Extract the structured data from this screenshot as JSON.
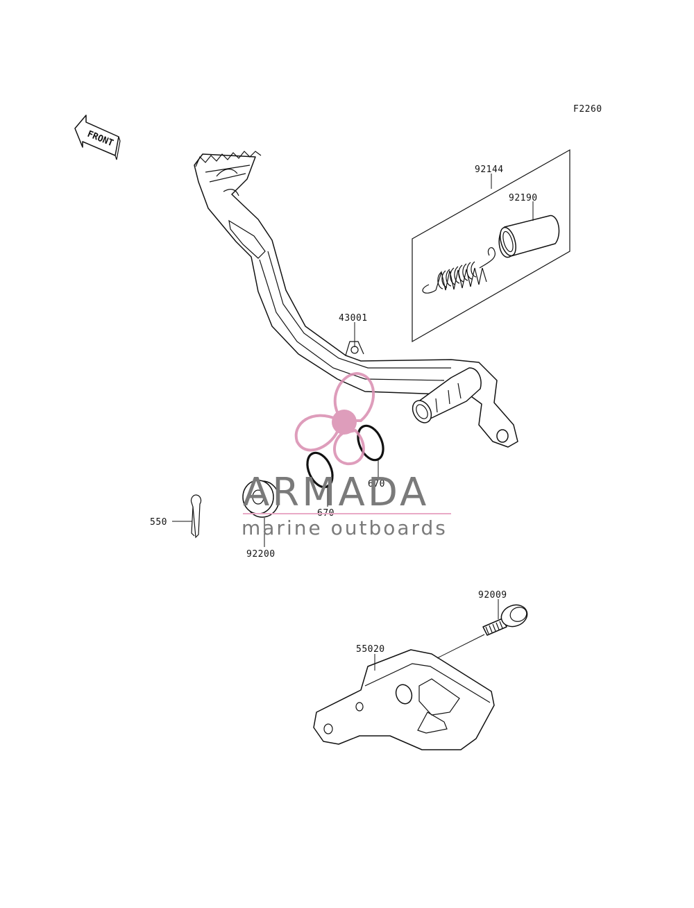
{
  "diagram": {
    "figure_code": "F2260",
    "front_label": "FRONT",
    "parts": [
      {
        "number": "92144"
      },
      {
        "number": "92190"
      },
      {
        "number": "43001"
      },
      {
        "number": "670"
      },
      {
        "number": "670"
      },
      {
        "number": "550"
      },
      {
        "number": "92200"
      },
      {
        "number": "92009"
      },
      {
        "number": "55020"
      }
    ]
  },
  "watermark": {
    "brand": "ARMADA",
    "tagline": "marine outboards",
    "logo_icon": "propeller-icon",
    "logo_color": "#d98cb0",
    "rule_color": "#e9a9c6",
    "text_color": "#7a7a7a"
  }
}
